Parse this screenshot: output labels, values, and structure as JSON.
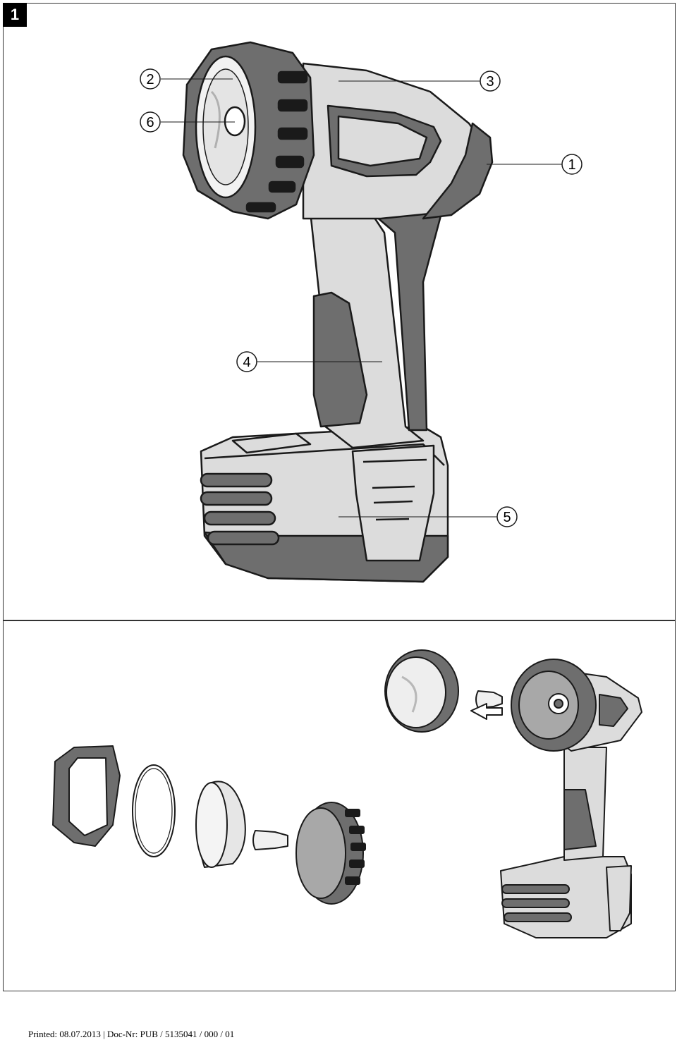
{
  "figure": {
    "number": "1"
  },
  "callouts": [
    {
      "id": "callout-2",
      "label": "2"
    },
    {
      "id": "callout-6",
      "label": "6"
    },
    {
      "id": "callout-3",
      "label": "3"
    },
    {
      "id": "callout-1",
      "label": "1"
    },
    {
      "id": "callout-4",
      "label": "4"
    },
    {
      "id": "callout-5",
      "label": "5"
    }
  ],
  "footer": {
    "text": "Printed: 08.07.2013 | Doc-Nr: PUB / 5135041 / 000 / 01"
  },
  "colors": {
    "dark_gray": "#6e6e6e",
    "light_gray": "#dcdcdc",
    "mid_gray": "#a8a8a8",
    "outline": "#1a1a1a"
  }
}
